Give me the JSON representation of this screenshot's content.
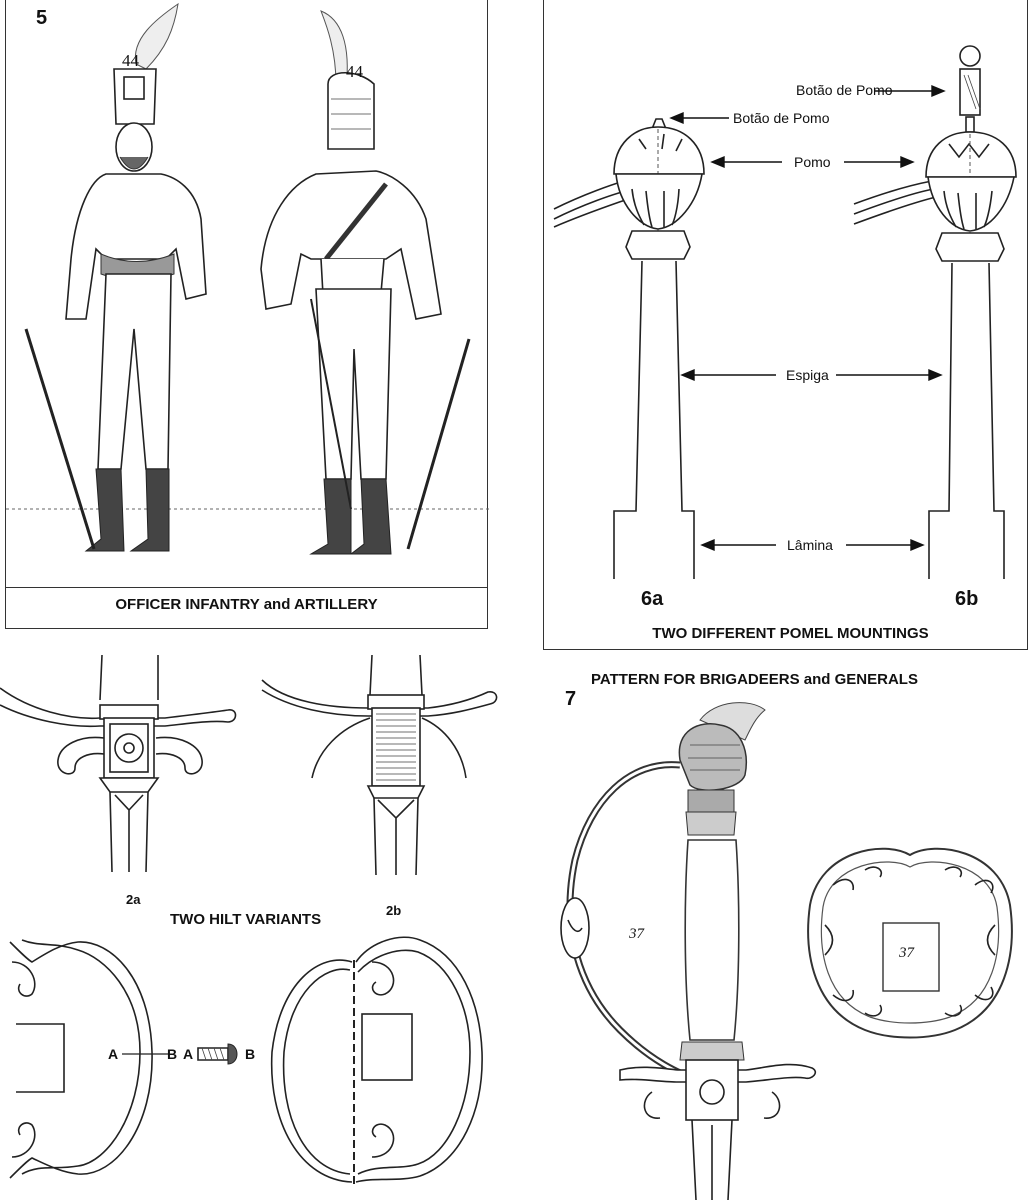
{
  "figure5": {
    "number": "5",
    "engraving_marks": {
      "left": "44",
      "right": "44"
    },
    "caption": "OFFICER INFANTRY and ARTILLERY"
  },
  "figure6": {
    "labels": {
      "botao_top": "Botão de Pomo",
      "botao_left": "Botão de Pomo",
      "pomo": "Pomo",
      "espiga": "Espiga",
      "lamina": "Lâmina"
    },
    "variant_a": "6a",
    "variant_b": "6b",
    "caption": "TWO DIFFERENT POMEL MOUNTINGS"
  },
  "figure2": {
    "variant_a": "2a",
    "variant_b": "2b",
    "caption": "TWO HILT VARIANTS",
    "joint_labels": {
      "a1": "A",
      "b1": "B",
      "a2": "A",
      "b2": "B"
    }
  },
  "figure7": {
    "number": "7",
    "caption": "PATTERN FOR BRIGADEERS and GENERALS",
    "grip_mark": "37",
    "shell_mark": "37"
  }
}
